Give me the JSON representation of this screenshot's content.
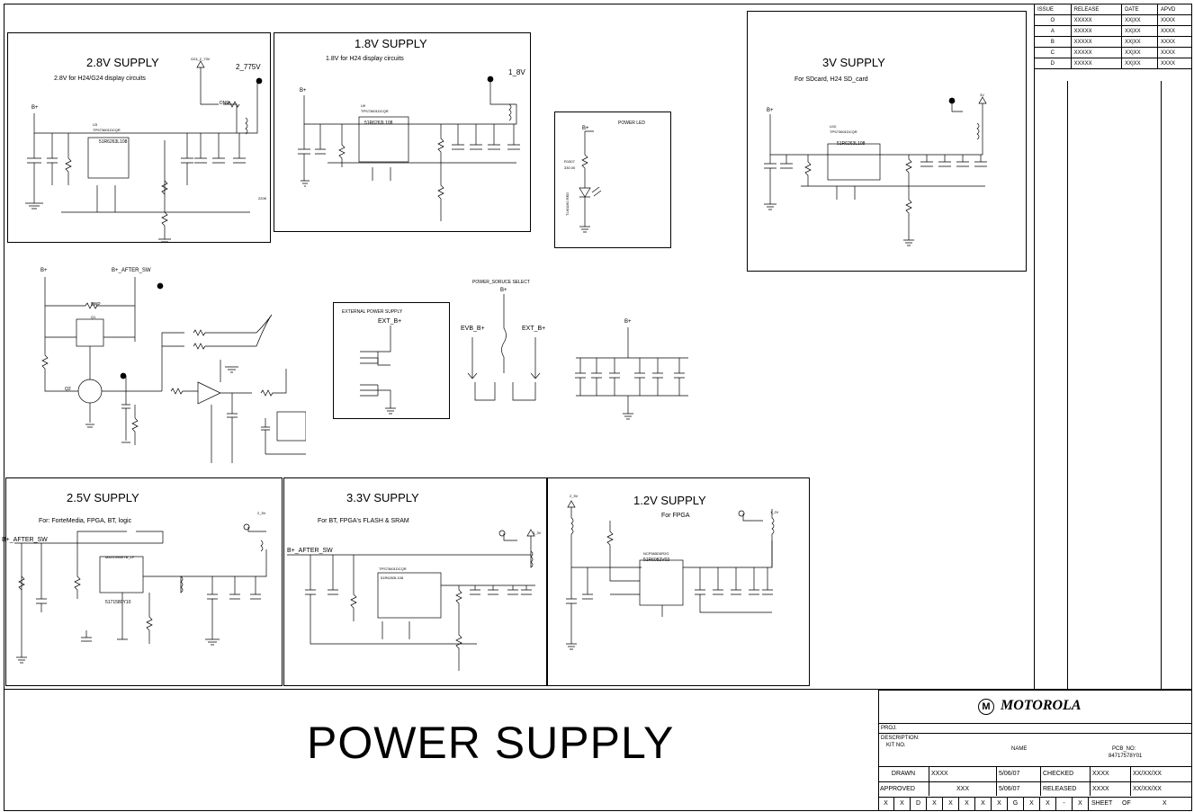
{
  "sections": {
    "s28": {
      "title": "2.8V SUPPLY",
      "subtitle": "2.8V for H24/G24 display circuits",
      "rail": "2_775V",
      "bplus": "B+",
      "u": "U3",
      "part": "TPS73601DCQR",
      "ic": "51R6263L108",
      "dnp": "DNP",
      "r_top": "R1325",
      "flag": "G24_2_73V",
      "r_out": "220K"
    },
    "s18": {
      "title": "1.8V SUPPLY",
      "subtitle": "1.8V for H24 display circuits",
      "rail": "1_8V",
      "bplus": "B+",
      "u": "U9",
      "part": "TPS73601DCQR",
      "ic": "51R6263L108"
    },
    "s3v": {
      "title": "3V SUPPLY",
      "subtitle": "For SDcard, H24 SD_card",
      "rail": "3V",
      "bplus": "B+",
      "u": "U10",
      "part": "TPS73601DCQR",
      "ic": "51R6263L108"
    },
    "led": {
      "title": "POWER LED",
      "bplus": "B+",
      "r": "R1507",
      "rv": "330.00",
      "d": "TLM1160 RED"
    },
    "s25": {
      "title": "2.5V SUPPLY",
      "subtitle": "For: ForteMedia, FPGA, BT, logic",
      "bplus": "B+_AFTER_SW",
      "rail": "2_5V",
      "ic": "MAX1998ETB_LF",
      "ic2": "5171580Y10"
    },
    "s33": {
      "title": "3.3V SUPPLY",
      "subtitle": "For BT, FPGA's FLASH & SRAM",
      "bplus": "B+_AFTER_SW",
      "rail": "3_3V",
      "ic": "51R6263L108",
      "part": "TPS73601DCQR"
    },
    "s12": {
      "title": "1.2V SUPPLY",
      "subtitle": "For FPGA",
      "rail": "1_2V",
      "rail_in": "2_5V",
      "ic": "51R6082V03",
      "part": "NCP565D0R2G"
    },
    "middle": {
      "bplus": "B+",
      "after_sw": "B+_AFTER_SW",
      "dnp": "DNP",
      "q1": "Q1",
      "q2": "Q2",
      "ext_title": "EXTERNAL POWER SUPPLY",
      "ext_b": "EXT_B+",
      "sel_title": "POWER_SORUCE SELECT",
      "evb": "EVB_B+",
      "ext2": "EXT_B+",
      "cap_bplus": "B+"
    }
  },
  "revision_table": {
    "headers": [
      "ISSUE",
      "RELEASE",
      "DATE",
      "APVD"
    ],
    "rows": [
      [
        "O",
        "XXXXX",
        "XX|XX",
        "XXXX"
      ],
      [
        "A",
        "XXXXX",
        "XX|XX",
        "XXXX"
      ],
      [
        "B",
        "XXXXX",
        "XX|XX",
        "XXXX"
      ],
      [
        "C",
        "XXXXX",
        "XX|XX",
        "XXXX"
      ],
      [
        "D",
        "XXXXX",
        "XX|XX",
        "XXXX"
      ]
    ]
  },
  "sheet_title": "POWER SUPPLY",
  "title_block": {
    "company": "MOTOROLA",
    "proj": "PROJ.",
    "description": "DESCRIPTION:",
    "kit_no": "KIT NO.",
    "name": "NAME",
    "pcb_no": "PCB_NO:",
    "pcb_value": "84717578Y01",
    "drawn": "DRAWN",
    "drawn_by": "XXXX",
    "drawn_date": "5/06/07",
    "checked": "CHECKED",
    "checked_by": "XXXX",
    "checked_date": "XX/XX/XX",
    "approved": "APPROVED",
    "approved_by": "XXX",
    "approved_date": "5/06/07",
    "released": "RELEASED",
    "released_by": "XXXX",
    "released_date": "XX/XX/XX",
    "bottom_cells": [
      "X",
      "X",
      "D",
      "X",
      "X",
      "X",
      "X",
      "X",
      "G",
      "X",
      "X",
      "-",
      "X"
    ],
    "sheet": "SHEET",
    "of": "OF",
    "sheet_x": "X"
  }
}
